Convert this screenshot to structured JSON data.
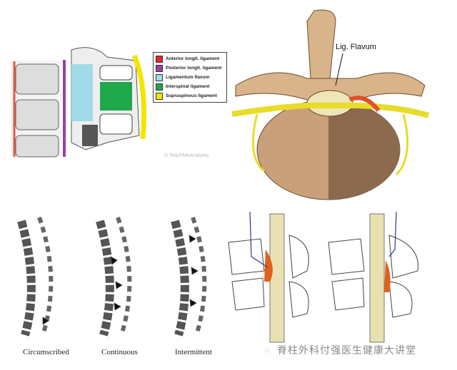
{
  "top_left": {
    "legend": [
      {
        "label": "Anterior longit. ligament",
        "color": "#e32628"
      },
      {
        "label": "Posterior longit. ligament",
        "color": "#9b3fa0"
      },
      {
        "label": "Ligamentum flavum",
        "color": "#9fdce8"
      },
      {
        "label": "Interspinal ligament",
        "color": "#1fa84a"
      },
      {
        "label": "Supraspinous ligament",
        "color": "#f2e600"
      }
    ],
    "credit": "© TeachMeAnatomy"
  },
  "top_right": {
    "label": "Lig. Flavum"
  },
  "bottom_left": {
    "captions": [
      "Circumscribed",
      "Continuous",
      "Intermittent"
    ]
  },
  "watermark": {
    "icon": "wechat-icon",
    "text": "脊柱外科付强医生健康大讲堂"
  }
}
